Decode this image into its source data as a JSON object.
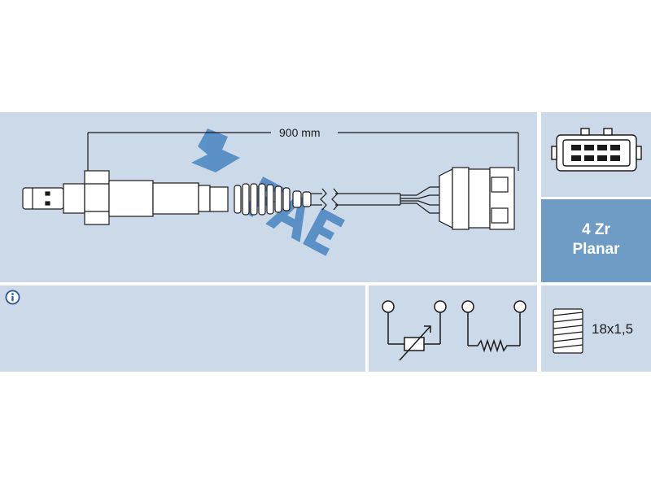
{
  "sensor": {
    "cable_length": "900 mm",
    "element_type_line1": "4 Zr",
    "element_type_line2": "Planar",
    "thread_size": "18x1,5"
  },
  "colors": {
    "panel_light": "#ccd9e8",
    "panel_accent": "#6f9cc4",
    "logo": "#3f7fbf",
    "line": "#1a1a1a"
  },
  "icons": [
    "info-icon",
    "watermark-logo",
    "connector-icon",
    "circuit-symbol",
    "thread-icon"
  ]
}
